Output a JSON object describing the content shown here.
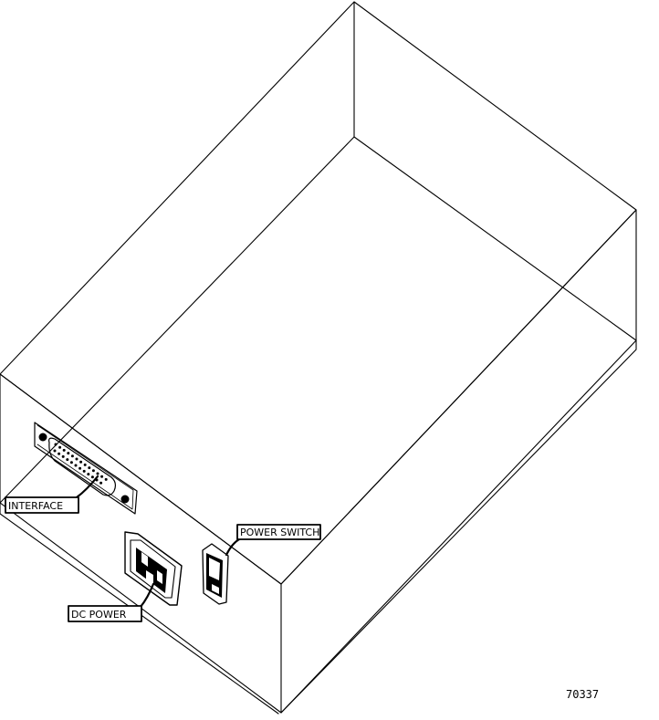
{
  "labels": {
    "interface": "INTERFACE",
    "dc_power": "DC POWER",
    "power_switch": "POWER SWITCH"
  },
  "figure_number": "70337",
  "colors": {
    "line": "#000000",
    "background": "#ffffff"
  }
}
